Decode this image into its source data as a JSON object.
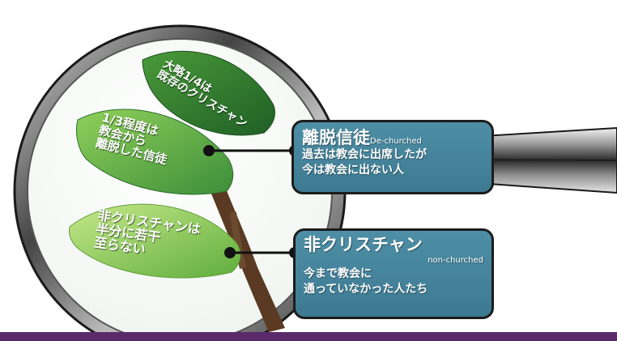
{
  "colors": {
    "leaf_dark": "#2f7d32",
    "leaf_mid": "#6cbf3f",
    "leaf_light": "#9fd25a",
    "callout_fill": "#4a88a0",
    "trunk": "#5a3a22",
    "bottom_bar": "#5a2a6b"
  },
  "leaves": [
    {
      "id": "top",
      "lines": [
        "大略1/4は",
        "既存のクリスチャン"
      ]
    },
    {
      "id": "middle",
      "lines": [
        "1/3程度は",
        "教会から",
        "離脱した信徒"
      ]
    },
    {
      "id": "bottom",
      "lines": [
        "非クリスチャンは",
        "半分に若干",
        "至らない"
      ]
    }
  ],
  "callouts": [
    {
      "id": "dechurched",
      "title": "離脱信徒",
      "english": "De-churched",
      "lines": [
        "過去は教会に出席したが",
        "今は教会に出ない人"
      ]
    },
    {
      "id": "nonchurched",
      "title": "非クリスチャン",
      "english": "non-churched",
      "lines": [
        "今まで教会に",
        "通っていなかった人たち"
      ]
    }
  ]
}
